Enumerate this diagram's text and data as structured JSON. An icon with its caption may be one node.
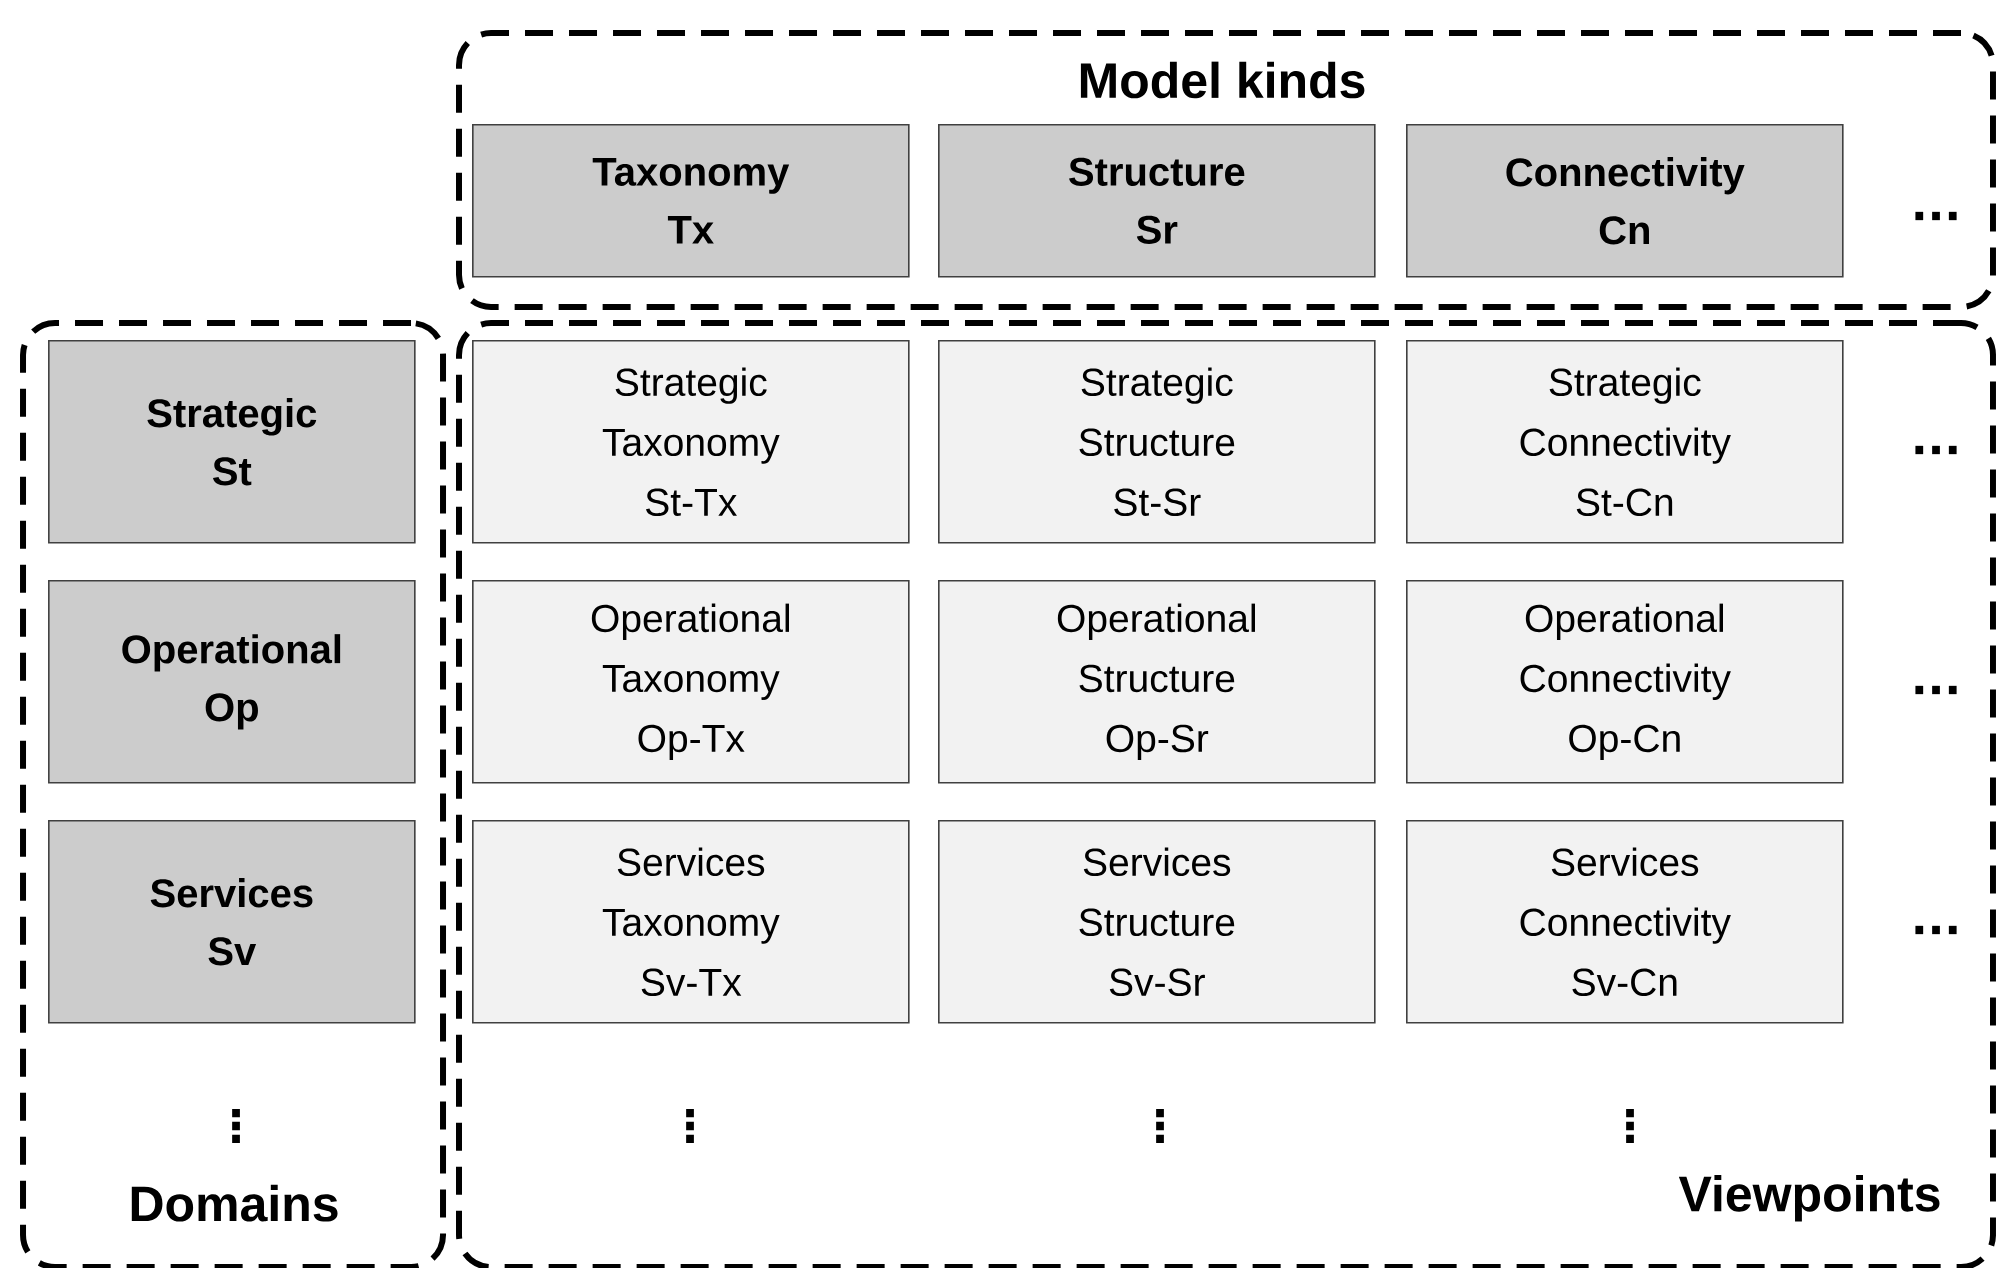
{
  "diagram": {
    "nodes": [
      {
        "text": [
          "Model kinds"
        ]
      },
      {
        "text": [
          "Taxonomy",
          "Tx"
        ],
        "in": 0
      },
      {
        "text": [
          "Structure",
          "Sr"
        ],
        "in": 0
      },
      {
        "text": [
          "Connectivity",
          "Cn"
        ],
        "in": 0
      },
      {
        "text": [
          "Domains"
        ]
      },
      {
        "text": [
          "Strategic",
          "St"
        ],
        "in": 4
      },
      {
        "text": [
          "Operational",
          "Op"
        ],
        "in": 4
      },
      {
        "text": [
          "Services",
          "Sv"
        ],
        "in": 4
      },
      {
        "text": [
          "Viewpoints"
        ]
      },
      {
        "text": [
          "Strategic Taxonomy",
          "St-Tx"
        ],
        "in": 8
      },
      {
        "text": [
          "Strategic Structure",
          "St-Sr"
        ],
        "in": 8
      },
      {
        "text": [
          "Strategic Connectivity",
          "St-Cn"
        ],
        "in": 8
      },
      {
        "text": [
          "Operational Taxonomy",
          "Op-Tx"
        ],
        "in": 8
      },
      {
        "text": [
          "Operational Structure",
          "Op-Sr"
        ],
        "in": 8
      },
      {
        "text": [
          "Operational Connectivity",
          "Op-Cn"
        ],
        "in": 8
      },
      {
        "text": [
          "Services Taxonomy",
          "Sv-Tx"
        ],
        "in": 8
      },
      {
        "text": [
          "Services Structure",
          "Sv-Sr"
        ],
        "in": 8
      },
      {
        "text": [
          "Services Connectivity",
          "Sv-Cn"
        ],
        "in": 8
      }
    ],
    "edges": [],
    "labels": [
      "...",
      "...",
      "...",
      "...",
      "⋮",
      "⋮",
      "⋮",
      "⋮"
    ]
  }
}
